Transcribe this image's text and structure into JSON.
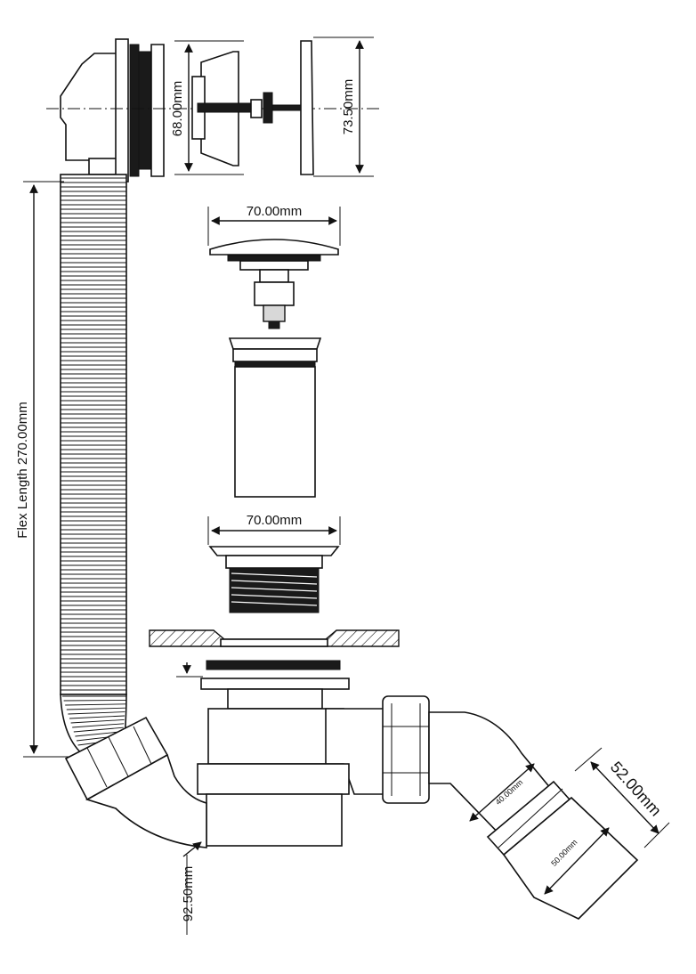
{
  "labels": {
    "overflow_inner_diameter": "68.00mm",
    "overflow_outer_diameter": "73.50mm",
    "plug_diameter": "70.00mm",
    "flange_diameter": "70.00mm",
    "flex_length": "Flex Length 270.00mm",
    "outlet_size_inner": "40.00mm",
    "outlet_size_outer": "50.00mm",
    "outlet_length": "52.00mm",
    "trap_height": "92.50mm"
  },
  "colors": {
    "line": "#111111",
    "background": "#ffffff",
    "shade": "#d8d8d8"
  }
}
